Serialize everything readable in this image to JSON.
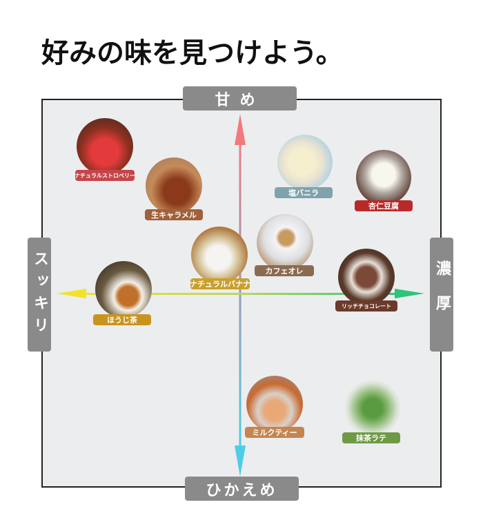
{
  "title": "好みの味を見つけよう。",
  "axes": {
    "top": "甘め",
    "bottom": "ひかえめ",
    "left": "スッキリ",
    "right": "濃厚",
    "colors": {
      "vertical_top": "#f07a7d",
      "vertical_bottom": "#4ecde6",
      "horizontal_left": "#f2e22a",
      "horizontal_right": "#2ec47a"
    }
  },
  "items": [
    {
      "name": "ナチュラルストロベリー",
      "tag_color": "#c4454a"
    },
    {
      "name": "生キャラメル",
      "tag_color": "#a0603a"
    },
    {
      "name": "塩バニラ",
      "tag_color": "#7fa3ad"
    },
    {
      "name": "杏仁豆腐",
      "tag_color": "#b82a2a"
    },
    {
      "name": "ナチュラルバナナ",
      "tag_color": "#c9a02c"
    },
    {
      "name": "カフェオレ",
      "tag_color": "#8b6b50"
    },
    {
      "name": "ほうじ茶",
      "tag_color": "#c9941e"
    },
    {
      "name": "リッチチョコレート",
      "tag_color": "#6a3a2a"
    },
    {
      "name": "ミルクティー",
      "tag_color": "#c58550"
    },
    {
      "name": "抹茶ラテ",
      "tag_color": "#6f9a45"
    }
  ]
}
